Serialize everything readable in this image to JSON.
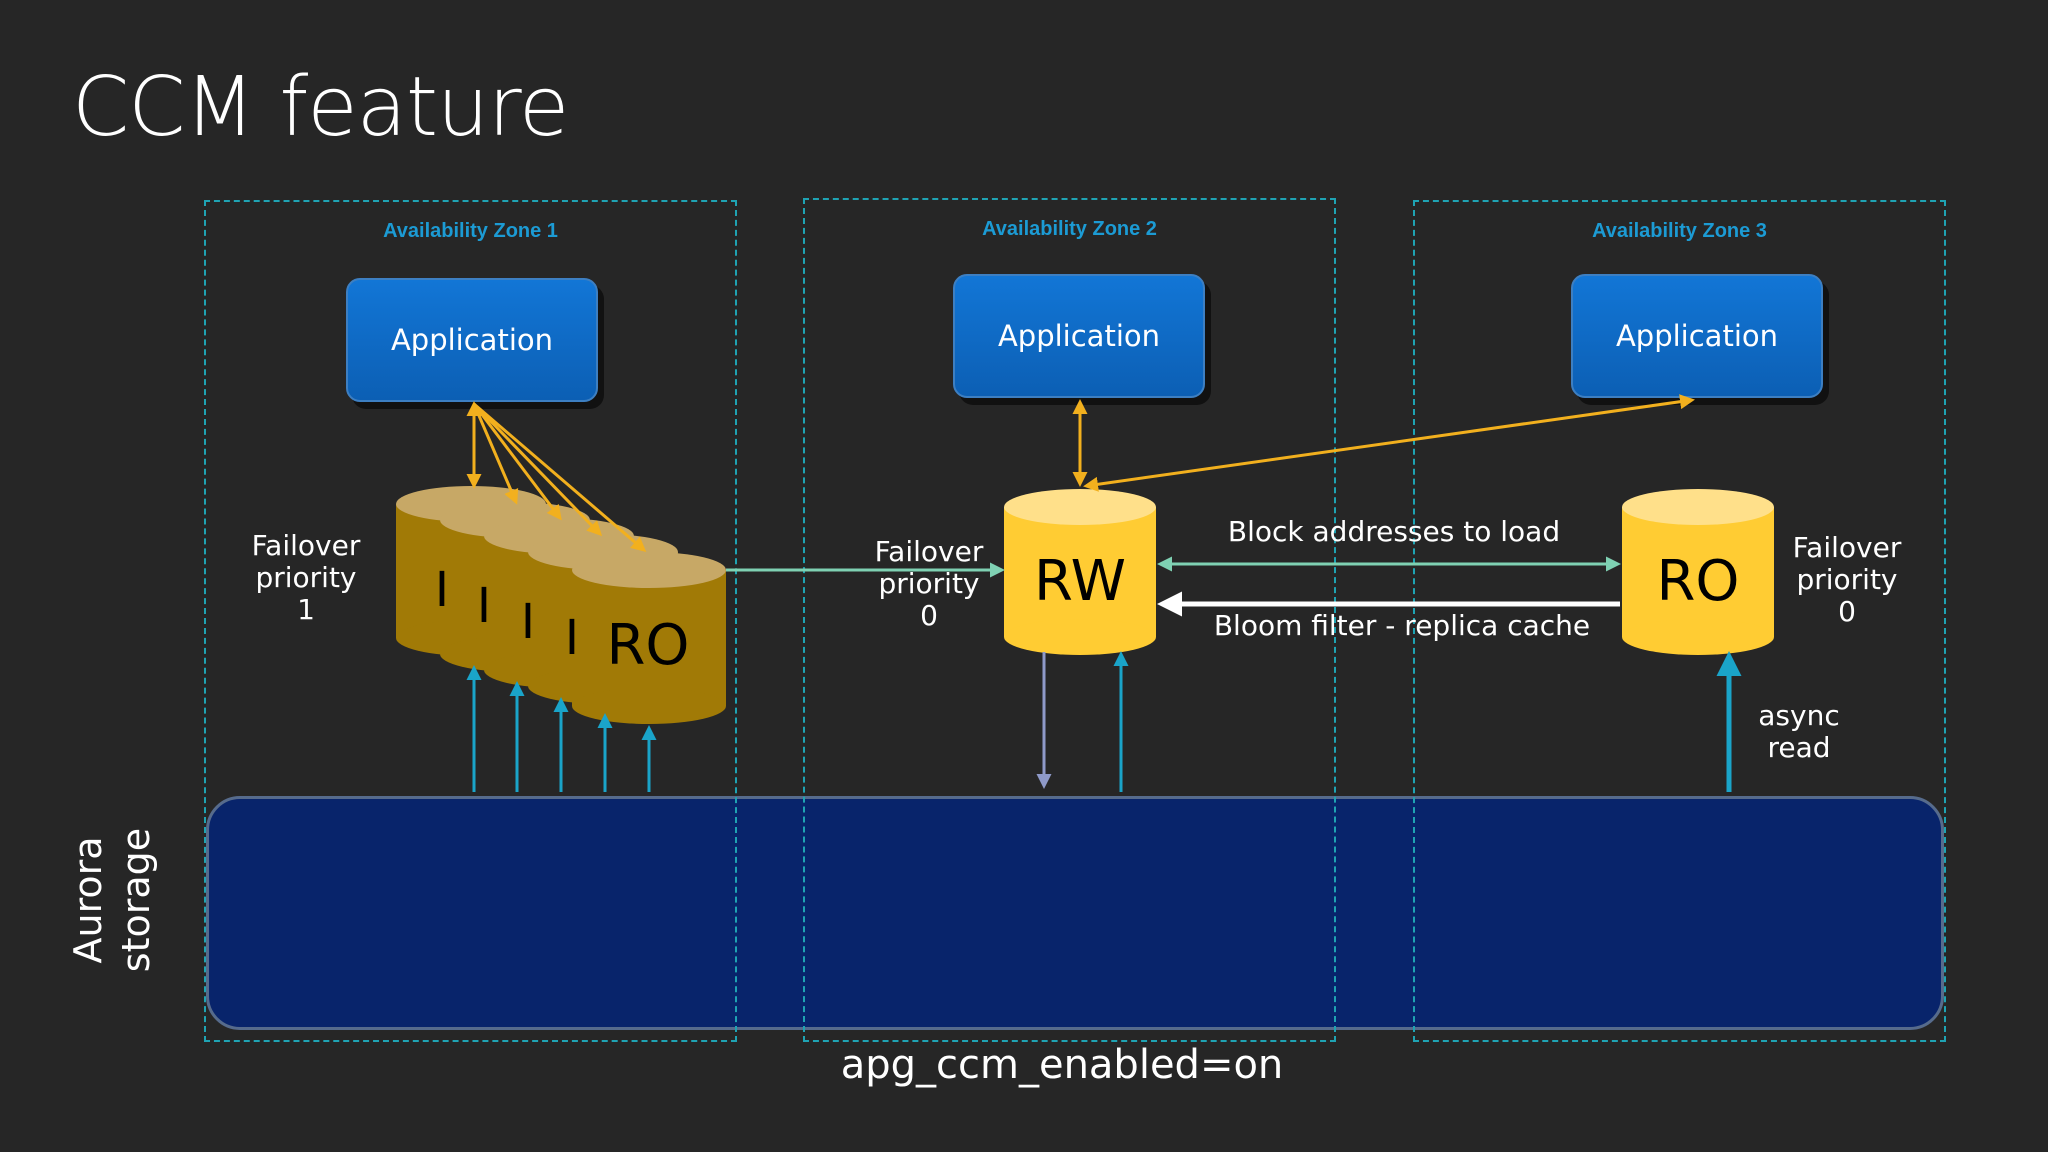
{
  "title": "CCM feature",
  "zones": [
    {
      "label": "Availability Zone 1"
    },
    {
      "label": "Availability Zone 2"
    },
    {
      "label": "Availability Zone 3"
    }
  ],
  "applications": [
    {
      "label": "Application"
    },
    {
      "label": "Application"
    },
    {
      "label": "Application"
    }
  ],
  "instances": {
    "zone1_front": "RO",
    "zone1_hidden": "I",
    "zone2": "RW",
    "zone3": "RO"
  },
  "failover": {
    "zone1": {
      "line1": "Failover",
      "line2": "priority",
      "line3": "1"
    },
    "zone2": {
      "line1": "Failover",
      "line2": "priority",
      "line3": "0"
    },
    "zone3": {
      "line1": "Failover",
      "line2": "priority",
      "line3": "0"
    }
  },
  "flows": {
    "block_addresses": "Block addresses to load",
    "bloom_filter": "Bloom filter - replica cache",
    "async_line1": "async",
    "async_line2": "read"
  },
  "storage": {
    "line1": "Aurora",
    "line2": "storage"
  },
  "parameter": "apg_ccm_enabled=on",
  "colors": {
    "background": "#262626",
    "zone_border": "#1fa3b3",
    "zone_label": "#1c9bd4",
    "application": "#1276d6",
    "storage": "#08246b",
    "rw_cylinder": "#ffcc33",
    "ro_cylinder_zone1": "#a17a06",
    "app_arrow": "#f2b01e",
    "storage_arrow": "#1aa4c9",
    "block_arrow": "#7fd1b3",
    "bloom_arrow": "#ffffff"
  }
}
